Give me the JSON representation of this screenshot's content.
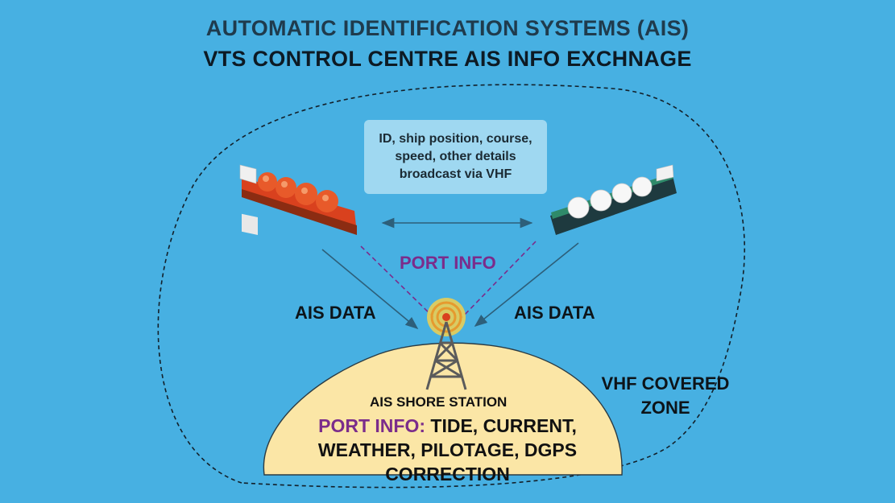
{
  "title_line1": "AUTOMATIC IDENTIFICATION SYSTEMS (AIS)",
  "title_line2": "VTS CONTROL CENTRE AIS INFO EXCHNAGE",
  "info_box": "ID, ship position, course, speed, other details broadcast via VHF",
  "port_info_label": "PORT INFO",
  "ais_data_left": "AIS DATA",
  "ais_data_right": "AIS DATA",
  "vhf_zone_line1": "VHF COVERED",
  "vhf_zone_line2": "ZONE",
  "shore_station": "AIS SHORE STATION",
  "port_info_prefix": "PORT INFO:",
  "port_info_details": " TIDE, CURRENT, WEATHER, PILOTAGE, DGPS CORRECTION",
  "colors": {
    "background": "#47b0e2",
    "accent_purple": "#7b2c8b",
    "island_fill": "#fbe6a6",
    "ship_left_hull": "#d9411e",
    "ship_right_hull": "#1e3a3f"
  },
  "icons": {
    "ship_left": "lng-carrier-red-icon",
    "ship_right": "lng-carrier-dark-icon",
    "antenna": "radio-tower-icon",
    "signal": "signal-rings-icon"
  }
}
